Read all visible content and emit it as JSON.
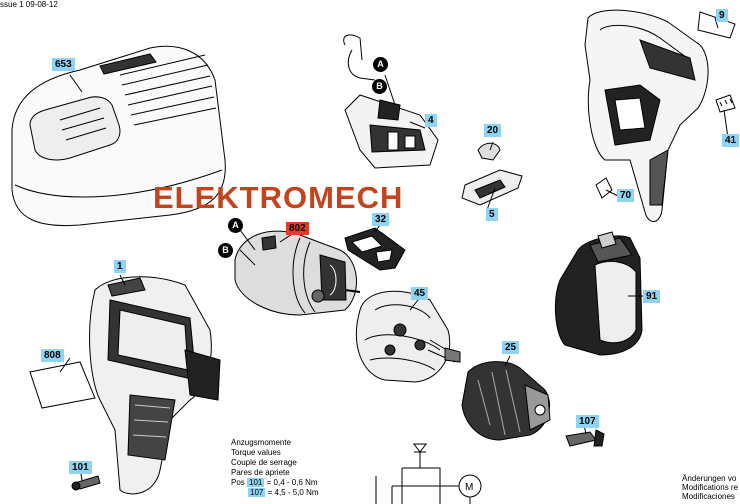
{
  "header": {
    "issue": "ssue 1 09-08-12"
  },
  "watermark": "ELEKTROMECH",
  "labels": {
    "p653": "653",
    "p4": "4",
    "p20": "20",
    "p5": "5",
    "p32": "32",
    "p802": "802",
    "p9": "9",
    "p41": "41",
    "p70": "70",
    "p91": "91",
    "p1": "1",
    "p45": "45",
    "p808": "808",
    "p25": "25",
    "p107": "107",
    "p101": "101",
    "A_top": "A",
    "B_top": "B",
    "A_mid": "A",
    "B_mid": "B"
  },
  "torque": {
    "lines": [
      "Anzugsmomente",
      "Torque values",
      "Couple de serrage",
      "Pares de apriete"
    ],
    "row1_prefix": "Pos",
    "row1_pos": "101",
    "row1_value": "= 0,4 - 0,6 Nm",
    "row2_pos": "107",
    "row2_value": "= 4,5 - 5,0 Nm"
  },
  "notes": {
    "lines": [
      "Änderungen vo",
      "Modifications re",
      "Modificaciones"
    ]
  },
  "schematic": {
    "motor_label": "M"
  },
  "colors": {
    "label_bg": "#8ed4f2",
    "label_red": "#e23b28",
    "watermark": "#c2441f"
  }
}
